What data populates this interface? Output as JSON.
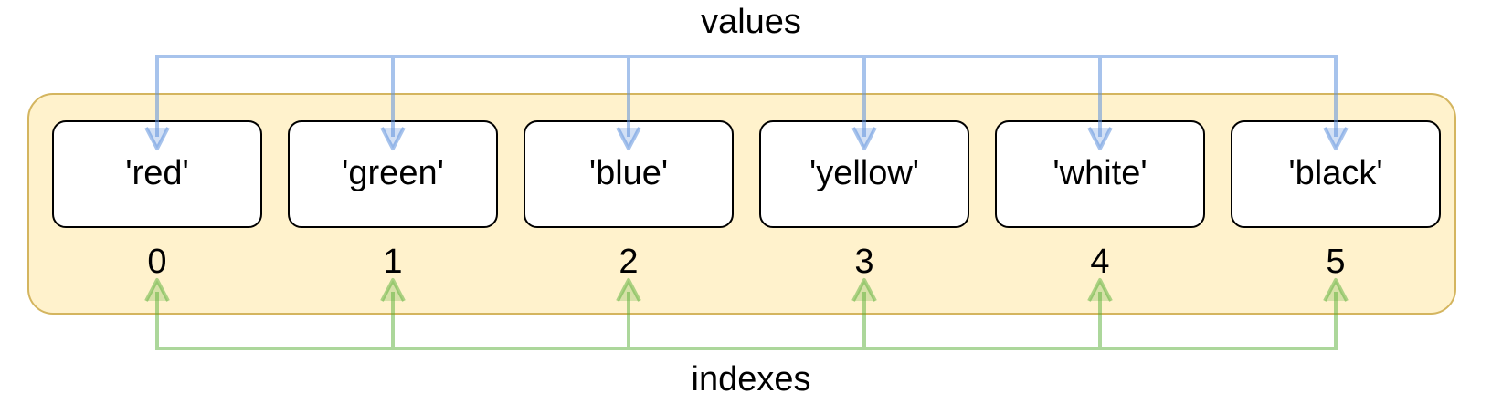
{
  "diagram": {
    "title": "list values and indexes diagram",
    "values_label": "values",
    "indexes_label": "indexes",
    "cells": [
      {
        "value": "'red'",
        "index": "0"
      },
      {
        "value": "'green'",
        "index": "1"
      },
      {
        "value": "'blue'",
        "index": "2"
      },
      {
        "value": "'yellow'",
        "index": "3"
      },
      {
        "value": "'white'",
        "index": "4"
      },
      {
        "value": "'black'",
        "index": "5"
      }
    ],
    "colors": {
      "container_fill": "#FFF2CC",
      "container_border": "#D4B55F",
      "cell_fill": "#FFFFFF",
      "cell_border": "#000000",
      "values_arrow_blue": "#A6C3EA",
      "indexes_arrow_green": "#A8D59B",
      "text": "#000000"
    }
  }
}
